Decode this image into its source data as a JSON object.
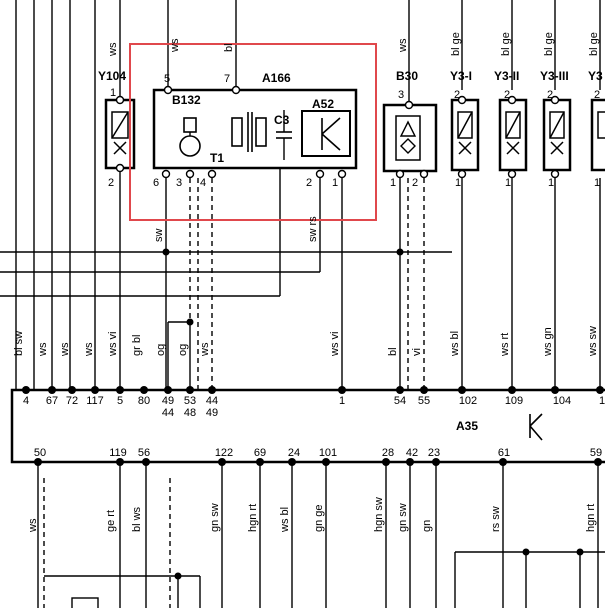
{
  "components": {
    "y104": "Y104",
    "a166": "A166",
    "b132": "B132",
    "a52": "A52",
    "c3": "C3",
    "t1": "T1",
    "b30": "B30",
    "y3_1": "Y3-I",
    "y3_2": "Y3-II",
    "y3_3": "Y3-III",
    "y3_4": "Y3",
    "a35": "A35"
  },
  "top_wires": [
    {
      "label": "ws"
    },
    {
      "label": "ws"
    },
    {
      "label": "bl"
    },
    {
      "label": "ws"
    },
    {
      "label": "bl ge"
    },
    {
      "label": "bl ge"
    },
    {
      "label": "bl ge"
    },
    {
      "label": "bl ge"
    }
  ],
  "box_pins_top": [
    "5",
    "7"
  ],
  "box_pins_bottom": [
    "6",
    "3",
    "4",
    "2",
    "1"
  ],
  "y104_pins": [
    "1",
    "2"
  ],
  "b30_pins": [
    "3",
    "1",
    "2"
  ],
  "y3_pins": [
    "2",
    "1"
  ],
  "mid_wires": [
    {
      "label": "sw"
    },
    {
      "label": "sw rs"
    }
  ],
  "lower_wires": [
    {
      "label": "bl sw"
    },
    {
      "label": "ws"
    },
    {
      "label": "ws"
    },
    {
      "label": "ws"
    },
    {
      "label": "ws vi"
    },
    {
      "label": "gr bl"
    },
    {
      "label": "og"
    },
    {
      "label": "og"
    },
    {
      "label": "ws"
    },
    {
      "label": "ws vi"
    },
    {
      "label": "bl"
    },
    {
      "label": "vi"
    },
    {
      "label": "ws bl"
    },
    {
      "label": "ws rt"
    },
    {
      "label": "ws gn"
    },
    {
      "label": "ws sw"
    }
  ],
  "a35_top_pins": [
    "4",
    "67",
    "72",
    "117",
    "5",
    "80",
    "49",
    "53",
    "44",
    "1",
    "54",
    "55",
    "102",
    "109",
    "104",
    "1"
  ],
  "a35_top_pins_second": [
    "44",
    "48",
    "49"
  ],
  "a35_bottom_pins": [
    "50",
    "119",
    "56",
    "122",
    "69",
    "24",
    "101",
    "28",
    "42",
    "23",
    "61",
    "59"
  ],
  "bottom_wires": [
    {
      "label": "ws"
    },
    {
      "label": "ge rt"
    },
    {
      "label": "bl ws"
    },
    {
      "label": "gn sw"
    },
    {
      "label": "hgn rt"
    },
    {
      "label": "ws bl"
    },
    {
      "label": "gn ge"
    },
    {
      "label": "hgn sw"
    },
    {
      "label": "gn sw"
    },
    {
      "label": "gn"
    },
    {
      "label": "rs sw"
    },
    {
      "label": "hgn rt"
    }
  ],
  "highlight_color": "#e0484c"
}
